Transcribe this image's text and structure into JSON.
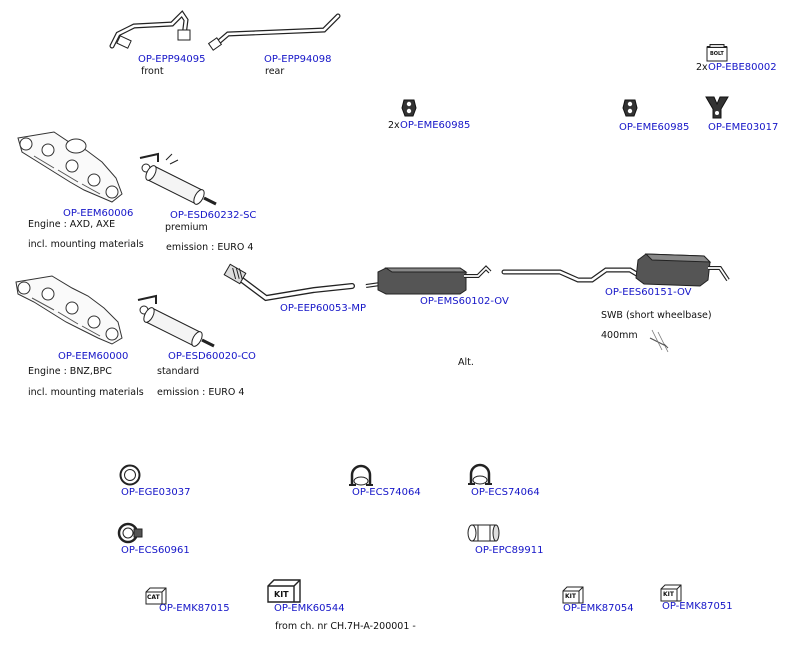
{
  "parts": {
    "epp94095": {
      "qty": "",
      "code": "OP-EPP94095",
      "note": "front"
    },
    "epp94098": {
      "qty": "",
      "code": "OP-EPP94098",
      "note": "rear"
    },
    "ebe80002": {
      "qty": "2x",
      "code": "OP-EBE80002"
    },
    "eme60985_a": {
      "qty": "2x",
      "code": "OP-EME60985"
    },
    "eme60985_b": {
      "qty": "",
      "code": "OP-EME60985"
    },
    "eme03017": {
      "qty": "",
      "code": "OP-EME03017"
    },
    "eem60006": {
      "code": "OP-EEM60006",
      "note1": "Engine : AXD, AXE",
      "note2": "incl. mounting materials"
    },
    "esd60232": {
      "code": "OP-ESD60232-SC",
      "note1": "premium",
      "note2": "emission : EURO 4"
    },
    "eep60053": {
      "code": "OP-EEP60053-MP"
    },
    "ems60102": {
      "code": "OP-EMS60102-OV"
    },
    "ees60151": {
      "code": "OP-EES60151-OV",
      "note1": "SWB (short wheelbase)",
      "note2": "400mm"
    },
    "eem60000": {
      "code": "OP-EEM60000",
      "note1": "Engine : BNZ,BPC",
      "note2": "incl. mounting materials"
    },
    "esd60020": {
      "code": "OP-ESD60020-CO",
      "note1": "standard",
      "note2": "emission : EURO 4"
    },
    "alt": {
      "text": "Alt."
    },
    "ege03037": {
      "code": "OP-EGE03037"
    },
    "ecs74064_a": {
      "code": "OP-ECS74064"
    },
    "ecs74064_b": {
      "code": "OP-ECS74064"
    },
    "ecs60961": {
      "code": "OP-ECS60961"
    },
    "epc89911": {
      "code": "OP-EPC89911"
    },
    "emk87015": {
      "code": "OP-EMK87015",
      "box_label": "CAT"
    },
    "emk60544": {
      "code": "OP-EMK60544",
      "box_label": "KIT",
      "note": "from ch. nr CH.7H-A-200001 -"
    },
    "emk87054": {
      "code": "OP-EMK87054",
      "box_label": "KIT"
    },
    "emk87051": {
      "code": "OP-EMK87051",
      "box_label": "KIT"
    }
  },
  "icons": {
    "bolt_box_label": "BOLT"
  }
}
